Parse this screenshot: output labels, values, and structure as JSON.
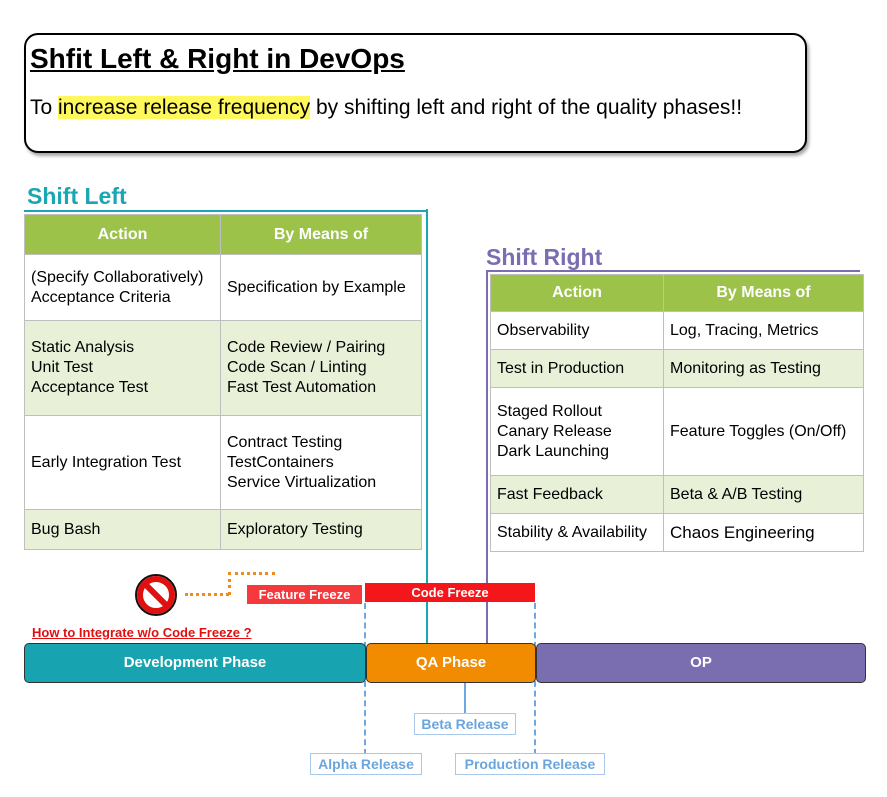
{
  "header": {
    "title": "Shfit Left & Right in DevOps",
    "subtitle_before": "To ",
    "subtitle_highlight": "increase release frequency",
    "subtitle_after": " by shifting left and right of the quality phases!!"
  },
  "shift_left": {
    "title": "Shift Left",
    "headers": [
      "Action",
      "By Means of"
    ],
    "rows": [
      {
        "action": [
          "(Specify Collaboratively)",
          "Acceptance Criteria"
        ],
        "means": [
          "Specification by Example"
        ]
      },
      {
        "action": [
          "Static Analysis",
          "Unit Test",
          "Acceptance Test"
        ],
        "means": [
          "Code Review / Pairing",
          "Code Scan / Linting",
          "Fast Test Automation"
        ]
      },
      {
        "action": [
          "Early Integration Test"
        ],
        "means": [
          "Contract Testing",
          "TestContainers",
          "Service Virtualization"
        ]
      },
      {
        "action": [
          "Bug Bash"
        ],
        "means": [
          "Exploratory Testing"
        ]
      }
    ]
  },
  "shift_right": {
    "title": "Shift Right",
    "headers": [
      "Action",
      "By Means of"
    ],
    "rows": [
      {
        "action": [
          "Observability"
        ],
        "means": [
          "Log, Tracing, Metrics"
        ]
      },
      {
        "action": [
          "Test in Production"
        ],
        "means": [
          "Monitoring as Testing"
        ]
      },
      {
        "action": [
          "Staged Rollout",
          "Canary Release",
          "Dark Launching"
        ],
        "means": [
          "Feature Toggles (On/Off)"
        ]
      },
      {
        "action": [
          "Fast Feedback"
        ],
        "means": [
          "Beta & A/B Testing"
        ]
      },
      {
        "action": [
          "Stability & Availability"
        ],
        "means": [
          "Chaos Engineering"
        ]
      }
    ]
  },
  "freeze": {
    "feature_freeze": "Feature Freeze",
    "code_freeze": "Code Freeze",
    "integrate_question": "How to Integrate w/o Code Freeze ?"
  },
  "phases": {
    "development": "Development Phase",
    "qa": "QA Phase",
    "op": "OP"
  },
  "releases": {
    "alpha": "Alpha Release",
    "beta": "Beta Release",
    "production": "Production Release"
  },
  "colors": {
    "teal": "#1aa6b2",
    "purple": "#7a6eb0",
    "orange": "#f18b00",
    "red": "#f4161a",
    "table_header_green": "#9cc24a",
    "table_alt_row": "#e9f0d8",
    "highlight_yellow": "#fff85c",
    "release_blue": "#6fa8e0"
  },
  "icons": [
    "no-entry-icon"
  ]
}
